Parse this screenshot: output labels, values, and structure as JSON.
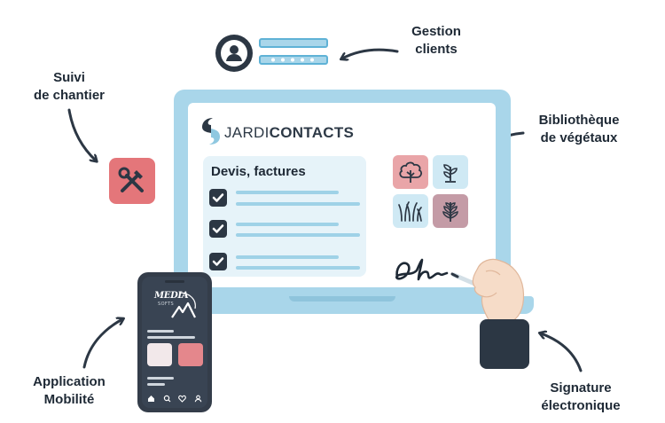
{
  "labels": {
    "gestion_clients": "Gestion\nclients",
    "suivi_chantier": "Suivi\nde chantier",
    "bibliotheque": "Bibliothèque\nde végétaux",
    "application": "Application\nMobilité",
    "signature": "Signature\nélectronique"
  },
  "logo": {
    "light": "JARDI",
    "bold": "CONTACTS"
  },
  "devis": {
    "title": "Devis, factures"
  },
  "phone": {
    "brand_top": "MEDIA",
    "brand_bottom": "SOFTS"
  },
  "icons": {
    "avatar": "user-icon",
    "tool": "tools-icon",
    "plants": [
      "tree-icon",
      "sprout-icon",
      "grass-icon",
      "sapling-icon"
    ],
    "phone_nav": [
      "home-icon",
      "search-icon",
      "heart-icon",
      "user-icon"
    ]
  },
  "colors": {
    "dark": "#2c3744",
    "laptop": "#a9d6ea",
    "coral": "#e4767a",
    "light_blue": "#e6f3f9",
    "pink_tile": "#e9a5a8",
    "mauve_tile": "#c49ba6",
    "blue_tile": "#cfe9f4"
  }
}
